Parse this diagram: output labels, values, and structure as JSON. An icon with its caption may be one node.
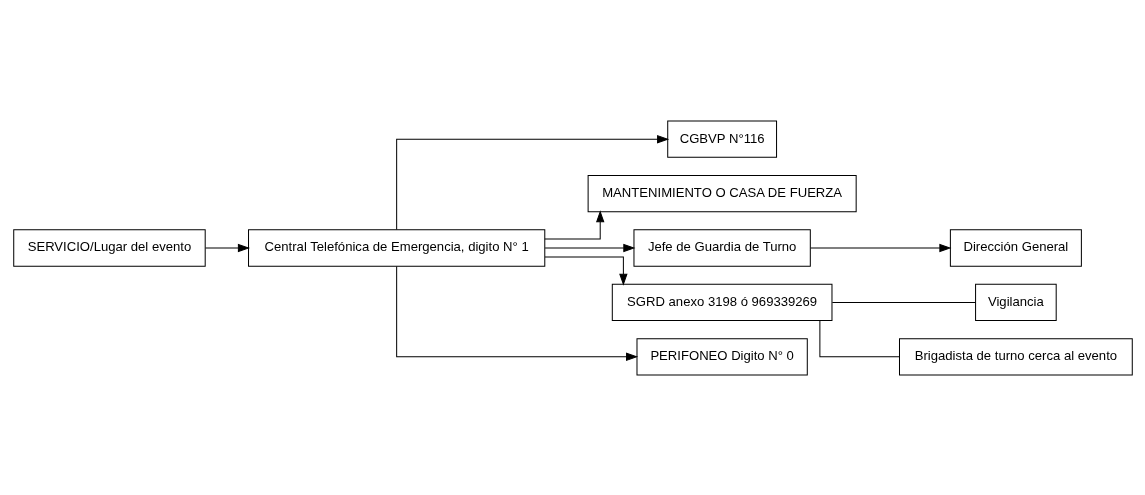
{
  "diagram": {
    "nodes": [
      {
        "text": [
          "SERVICIO/Lugar del evento"
        ]
      },
      {
        "text": [
          "Central Telefónica de Emergencia, digito N° 1"
        ]
      },
      {
        "text": [
          "CGBVP N°116"
        ]
      },
      {
        "text": [
          "MANTENIMIENTO O CASA DE FUERZA"
        ]
      },
      {
        "text": [
          "Jefe de Guardia de Turno"
        ]
      },
      {
        "text": [
          "Dirección General"
        ]
      },
      {
        "text": [
          "SGRD anexo 3198 ó 969339269"
        ]
      },
      {
        "text": [
          "Vigilancia"
        ]
      },
      {
        "text": [
          "Brigadista de turno cerca al evento"
        ]
      },
      {
        "text": [
          "PERIFONEO Digito N° 0"
        ]
      }
    ],
    "edges": [
      {
        "from": 0,
        "to": 1,
        "arrow": "to"
      },
      {
        "from": 1,
        "to": 2,
        "arrow": "to"
      },
      {
        "from": 1,
        "to": 3,
        "arrow": "to"
      },
      {
        "from": 1,
        "to": 4,
        "arrow": "to"
      },
      {
        "from": 1,
        "to": 6,
        "arrow": "to"
      },
      {
        "from": 1,
        "to": 9,
        "arrow": "to"
      },
      {
        "from": 4,
        "to": 5,
        "arrow": "to"
      },
      {
        "from": 6,
        "to": 7,
        "arrow": "none"
      },
      {
        "from": 6,
        "to": 8,
        "arrow": "none"
      }
    ]
  }
}
